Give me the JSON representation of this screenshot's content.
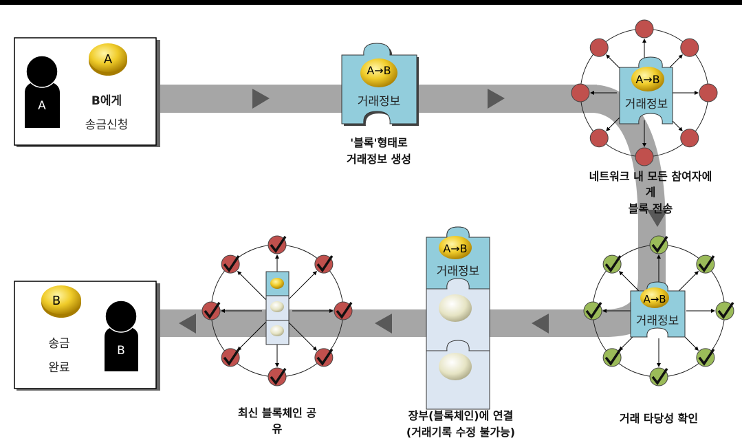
{
  "colors": {
    "band": "#a6a6a6",
    "arrow": "#595959",
    "block": "#92cddc",
    "block_pale": "#dce6f2",
    "node_red": "#c0504d",
    "node_green": "#9bbb59",
    "coin": "#e8c52a"
  },
  "step1": {
    "person": "A",
    "coin": "A",
    "line1": "B에게",
    "line2": "송금신청"
  },
  "step2": {
    "coin": "A→B",
    "block_label": "거래정보",
    "caption1": "'블록'형태로",
    "caption2": "거래정보 생성"
  },
  "step3": {
    "coin": "A→B",
    "block_label": "거래정보",
    "caption1": "네트워크 내 모든 참여자에",
    "caption2": "게",
    "caption3": "블록 전송"
  },
  "step4": {
    "coin": "A→B",
    "block_label": "거래정보",
    "caption": "거래 타당성 확인"
  },
  "step5": {
    "coin": "A→B",
    "block_label": "거래정보",
    "caption1": "장부(블록체인)에 연결",
    "caption2": "(거래기록 수정 불가능)"
  },
  "step6": {
    "caption1": "최신 블록체인 공",
    "caption2": "유"
  },
  "step7": {
    "person": "B",
    "coin": "B",
    "line1": "송금",
    "line2": "완료"
  }
}
